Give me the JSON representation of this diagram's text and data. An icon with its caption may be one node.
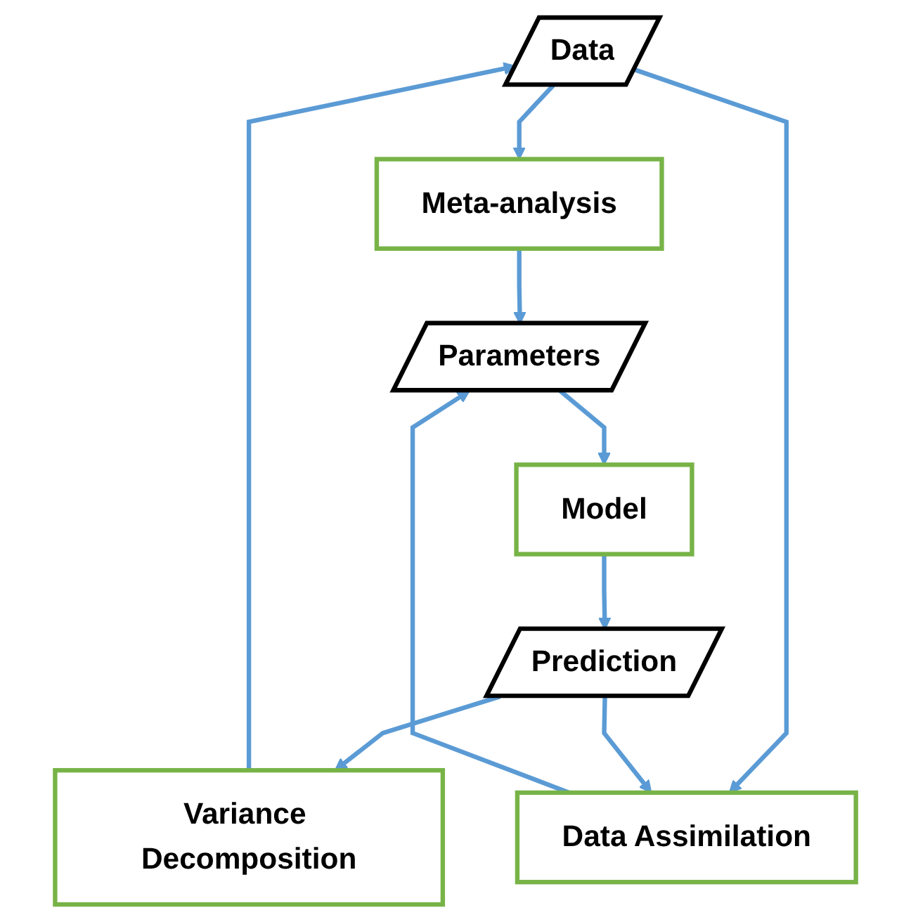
{
  "diagram": {
    "nodes": [
      {
        "text": [
          "Data"
        ]
      },
      {
        "text": [
          "Meta-analysis"
        ]
      },
      {
        "text": [
          "Parameters"
        ]
      },
      {
        "text": [
          "Model"
        ]
      },
      {
        "text": [
          "Prediction"
        ]
      },
      {
        "text": [
          "Variance Decomposition"
        ]
      },
      {
        "text": [
          "Data Assimilation"
        ]
      }
    ],
    "edges": [
      {
        "from": 0,
        "to": 1,
        "arrow": "to"
      },
      {
        "from": 1,
        "to": 2,
        "arrow": "to"
      },
      {
        "from": 2,
        "to": 3,
        "arrow": "to"
      },
      {
        "from": 3,
        "to": 4,
        "arrow": "to"
      },
      {
        "from": 4,
        "to": 5,
        "arrow": "to"
      },
      {
        "from": 5,
        "to": 0,
        "arrow": "to"
      },
      {
        "from": 0,
        "to": 6,
        "arrow": "to"
      },
      {
        "from": 6,
        "to": 2,
        "arrow": "to"
      },
      {
        "from": 4,
        "to": 6,
        "arrow": "to"
      }
    ]
  }
}
